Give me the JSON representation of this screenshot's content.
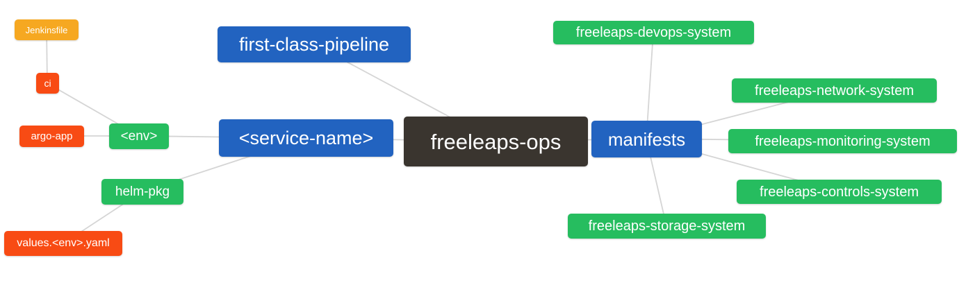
{
  "diagram": {
    "type": "mindmap",
    "colors": {
      "background": "#ffffff",
      "edge": "#d5d5d5",
      "blue": "#2263c0",
      "green": "#26bd5f",
      "orange": "#f6a821",
      "red_orange": "#f84b14",
      "dark": "#3a352f"
    },
    "nodes": {
      "jenkinsfile": {
        "label": "Jenkinsfile",
        "color": "#f6a821"
      },
      "ci": {
        "label": "ci",
        "color": "#f84b14"
      },
      "argo_app": {
        "label": "argo-app",
        "color": "#f84b14"
      },
      "env": {
        "label": "<env>",
        "color": "#26bd5f"
      },
      "helm_pkg": {
        "label": "helm-pkg",
        "color": "#26bd5f"
      },
      "values_env_yaml": {
        "label": "values.<env>.yaml",
        "color": "#f84b14"
      },
      "first_class_pipeline": {
        "label": "first-class-pipeline",
        "color": "#2263c0"
      },
      "service_name": {
        "label": "<service-name>",
        "color": "#2263c0"
      },
      "freeleaps_ops": {
        "label": "freeleaps-ops",
        "color": "#3a352f"
      },
      "manifests": {
        "label": "manifests",
        "color": "#2263c0"
      },
      "devops_system": {
        "label": "freeleaps-devops-system",
        "color": "#26bd5f"
      },
      "network_system": {
        "label": "freeleaps-network-system",
        "color": "#26bd5f"
      },
      "monitoring_system": {
        "label": "freeleaps-monitoring-system",
        "color": "#26bd5f"
      },
      "controls_system": {
        "label": "freeleaps-controls-system",
        "color": "#26bd5f"
      },
      "storage_system": {
        "label": "freeleaps-storage-system",
        "color": "#26bd5f"
      }
    },
    "edges": [
      {
        "from": "freeleaps_ops",
        "to": "first_class_pipeline"
      },
      {
        "from": "freeleaps_ops",
        "to": "service_name"
      },
      {
        "from": "freeleaps_ops",
        "to": "manifests"
      },
      {
        "from": "service_name",
        "to": "env"
      },
      {
        "from": "service_name",
        "to": "helm_pkg"
      },
      {
        "from": "env",
        "to": "ci"
      },
      {
        "from": "env",
        "to": "argo_app"
      },
      {
        "from": "ci",
        "to": "jenkinsfile"
      },
      {
        "from": "helm_pkg",
        "to": "values_env_yaml"
      },
      {
        "from": "manifests",
        "to": "devops_system"
      },
      {
        "from": "manifests",
        "to": "network_system"
      },
      {
        "from": "manifests",
        "to": "monitoring_system"
      },
      {
        "from": "manifests",
        "to": "controls_system"
      },
      {
        "from": "manifests",
        "to": "storage_system"
      }
    ]
  }
}
